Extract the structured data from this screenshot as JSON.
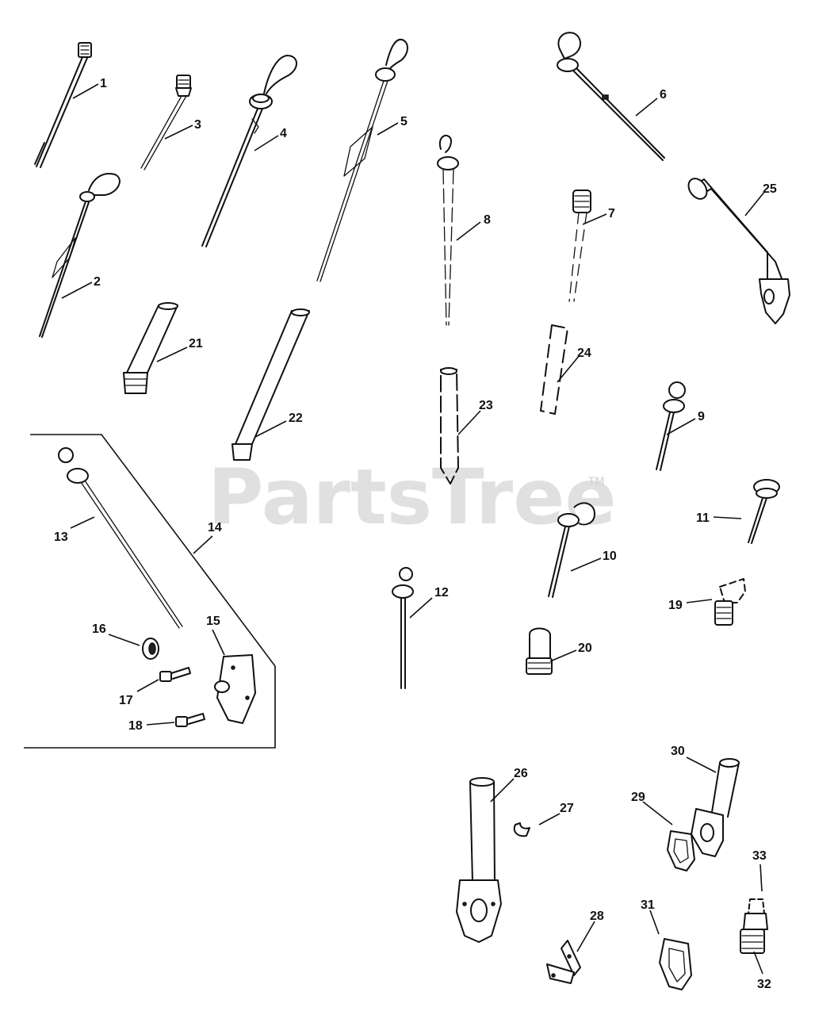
{
  "watermark": {
    "text": "PartsTree",
    "trademark": "TM"
  },
  "callouts": [
    {
      "id": "1",
      "label": "1"
    },
    {
      "id": "2",
      "label": "2"
    },
    {
      "id": "3",
      "label": "3"
    },
    {
      "id": "4",
      "label": "4"
    },
    {
      "id": "5",
      "label": "5"
    },
    {
      "id": "6",
      "label": "6"
    },
    {
      "id": "7",
      "label": "7"
    },
    {
      "id": "8",
      "label": "8"
    },
    {
      "id": "9",
      "label": "9"
    },
    {
      "id": "10",
      "label": "10"
    },
    {
      "id": "11",
      "label": "11"
    },
    {
      "id": "12",
      "label": "12"
    },
    {
      "id": "13",
      "label": "13"
    },
    {
      "id": "14",
      "label": "14"
    },
    {
      "id": "15",
      "label": "15"
    },
    {
      "id": "16",
      "label": "16"
    },
    {
      "id": "17",
      "label": "17"
    },
    {
      "id": "18",
      "label": "18"
    },
    {
      "id": "19",
      "label": "19"
    },
    {
      "id": "20",
      "label": "20"
    },
    {
      "id": "21",
      "label": "21"
    },
    {
      "id": "22",
      "label": "22"
    },
    {
      "id": "23",
      "label": "23"
    },
    {
      "id": "24",
      "label": "24"
    },
    {
      "id": "25",
      "label": "25"
    },
    {
      "id": "26",
      "label": "26"
    },
    {
      "id": "27",
      "label": "27"
    },
    {
      "id": "28",
      "label": "28"
    },
    {
      "id": "29",
      "label": "29"
    },
    {
      "id": "30",
      "label": "30"
    },
    {
      "id": "31",
      "label": "31"
    },
    {
      "id": "32",
      "label": "32"
    },
    {
      "id": "33",
      "label": "33"
    }
  ],
  "colors": {
    "line": "#111111",
    "background": "#ffffff",
    "watermark": "#d6d6d6"
  }
}
